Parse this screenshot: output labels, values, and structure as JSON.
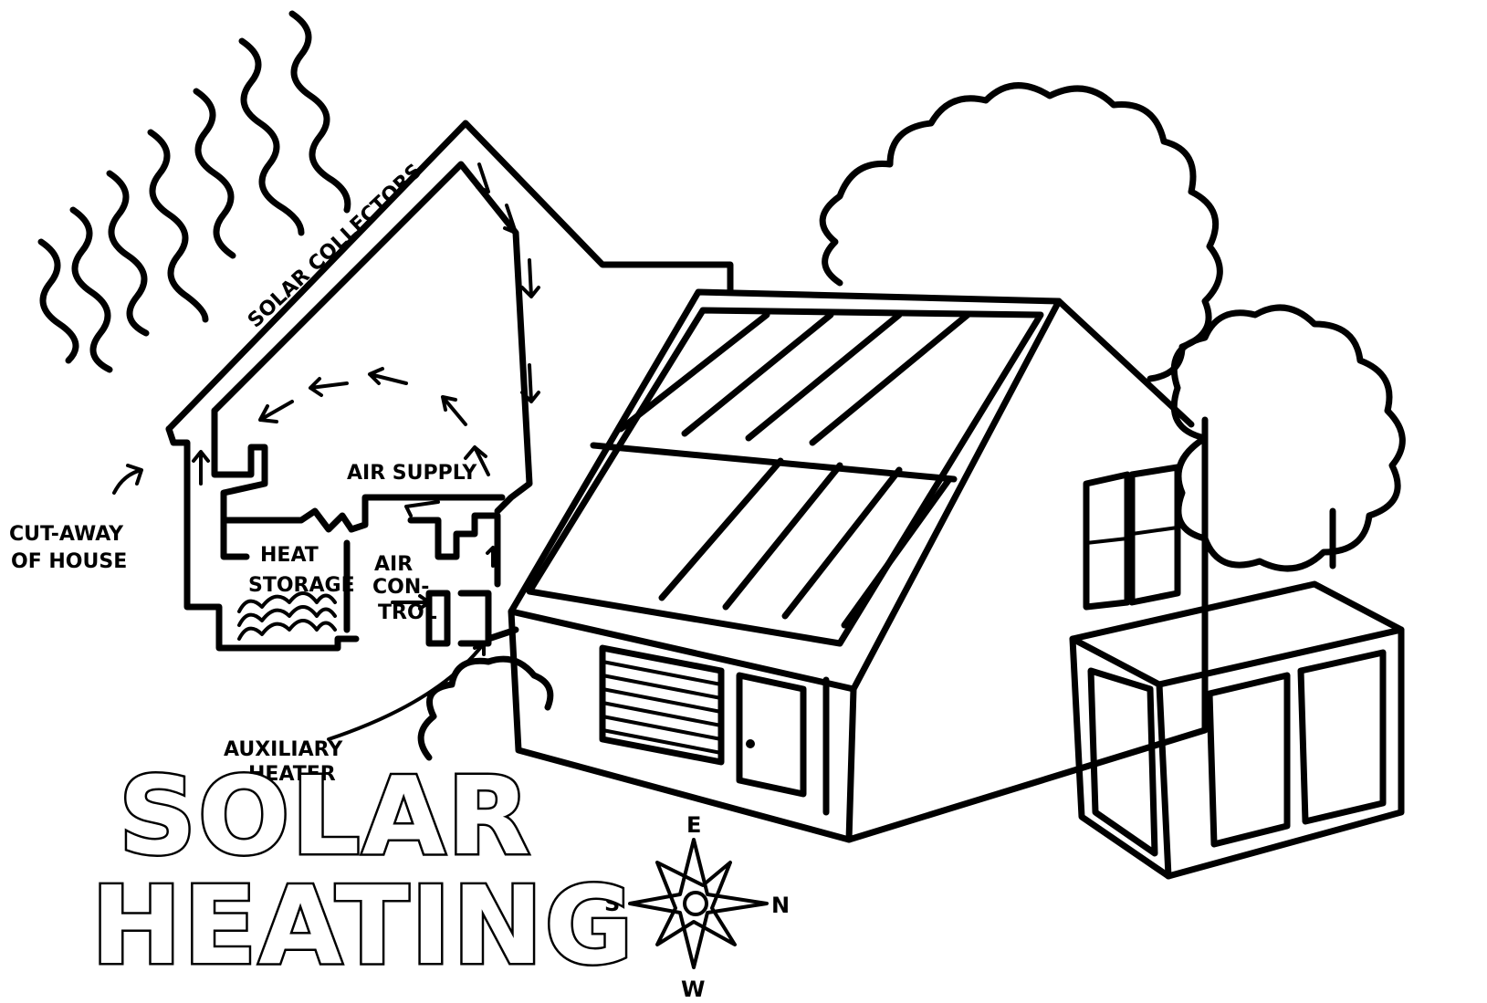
{
  "labels": {
    "solar_collectors": "SOLAR COLLECTORS",
    "cut_away_line1": "CUT-AWAY",
    "cut_away_line2": "OF HOUSE",
    "air_supply": "AIR SUPPLY",
    "heat_storage_line1": "HEAT",
    "heat_storage_line2": "STORAGE",
    "air_control_line1": "AIR",
    "air_control_line2": "CON-",
    "air_control_line3": "TROL",
    "auxiliary_line1": "AUXILIARY",
    "auxiliary_line2": "HEATER"
  },
  "title": {
    "line1": "SOLAR",
    "line2": "HEATING"
  },
  "compass": {
    "top": "E",
    "left": "S",
    "right": "N",
    "bottom": "W"
  }
}
